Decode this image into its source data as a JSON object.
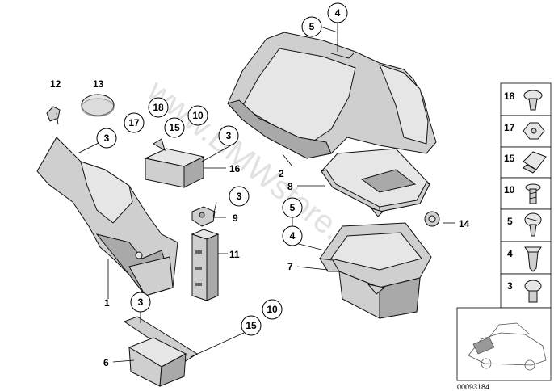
{
  "watermark": "www.BMWstore.pl",
  "diagram_code": "00093184",
  "callouts": [
    {
      "id": "c1",
      "text": "1",
      "circled": false
    },
    {
      "id": "c2",
      "text": "2",
      "circled": false
    },
    {
      "id": "c4a",
      "text": "4",
      "circled": true
    },
    {
      "id": "c5a",
      "text": "5",
      "circled": true
    },
    {
      "id": "c6",
      "text": "6",
      "circled": false
    },
    {
      "id": "c7",
      "text": "7",
      "circled": false
    },
    {
      "id": "c8",
      "text": "8",
      "circled": false
    },
    {
      "id": "c5b",
      "text": "5",
      "circled": true
    },
    {
      "id": "c4b",
      "text": "4",
      "circled": true
    },
    {
      "id": "c9",
      "text": "9",
      "circled": false
    },
    {
      "id": "c3e",
      "text": "3",
      "circled": true
    },
    {
      "id": "c10a",
      "text": "10",
      "circled": true
    },
    {
      "id": "c15a",
      "text": "15",
      "circled": true
    },
    {
      "id": "c11",
      "text": "11",
      "circled": false
    },
    {
      "id": "c12",
      "text": "12",
      "circled": false
    },
    {
      "id": "c13",
      "text": "13",
      "circled": false
    },
    {
      "id": "c14",
      "text": "14",
      "circled": false
    },
    {
      "id": "c16",
      "text": "16",
      "circled": false
    },
    {
      "id": "c17",
      "text": "17",
      "circled": true
    },
    {
      "id": "c18",
      "text": "18",
      "circled": true
    },
    {
      "id": "c15b",
      "text": "15",
      "circled": true
    },
    {
      "id": "c10b",
      "text": "10",
      "circled": true
    },
    {
      "id": "c3a",
      "text": "3",
      "circled": true
    },
    {
      "id": "c3b",
      "text": "3",
      "circled": true
    },
    {
      "id": "c3c",
      "text": "3",
      "circled": true
    },
    {
      "id": "c3d",
      "text": "3",
      "circled": true
    }
  ],
  "legend": [
    {
      "number": "18",
      "icon": "push-rivet-icon"
    },
    {
      "number": "17",
      "icon": "spreader-nut-icon"
    },
    {
      "number": "15",
      "icon": "clip-nut-icon"
    },
    {
      "number": "10",
      "icon": "screw-icon"
    },
    {
      "number": "5",
      "icon": "quarter-turn-fastener-icon"
    },
    {
      "number": "4",
      "icon": "expanding-rivet-icon"
    },
    {
      "number": "3",
      "icon": "plastic-rivet-icon"
    }
  ],
  "thumbnail": {
    "icon": "car-coupe-icon"
  }
}
